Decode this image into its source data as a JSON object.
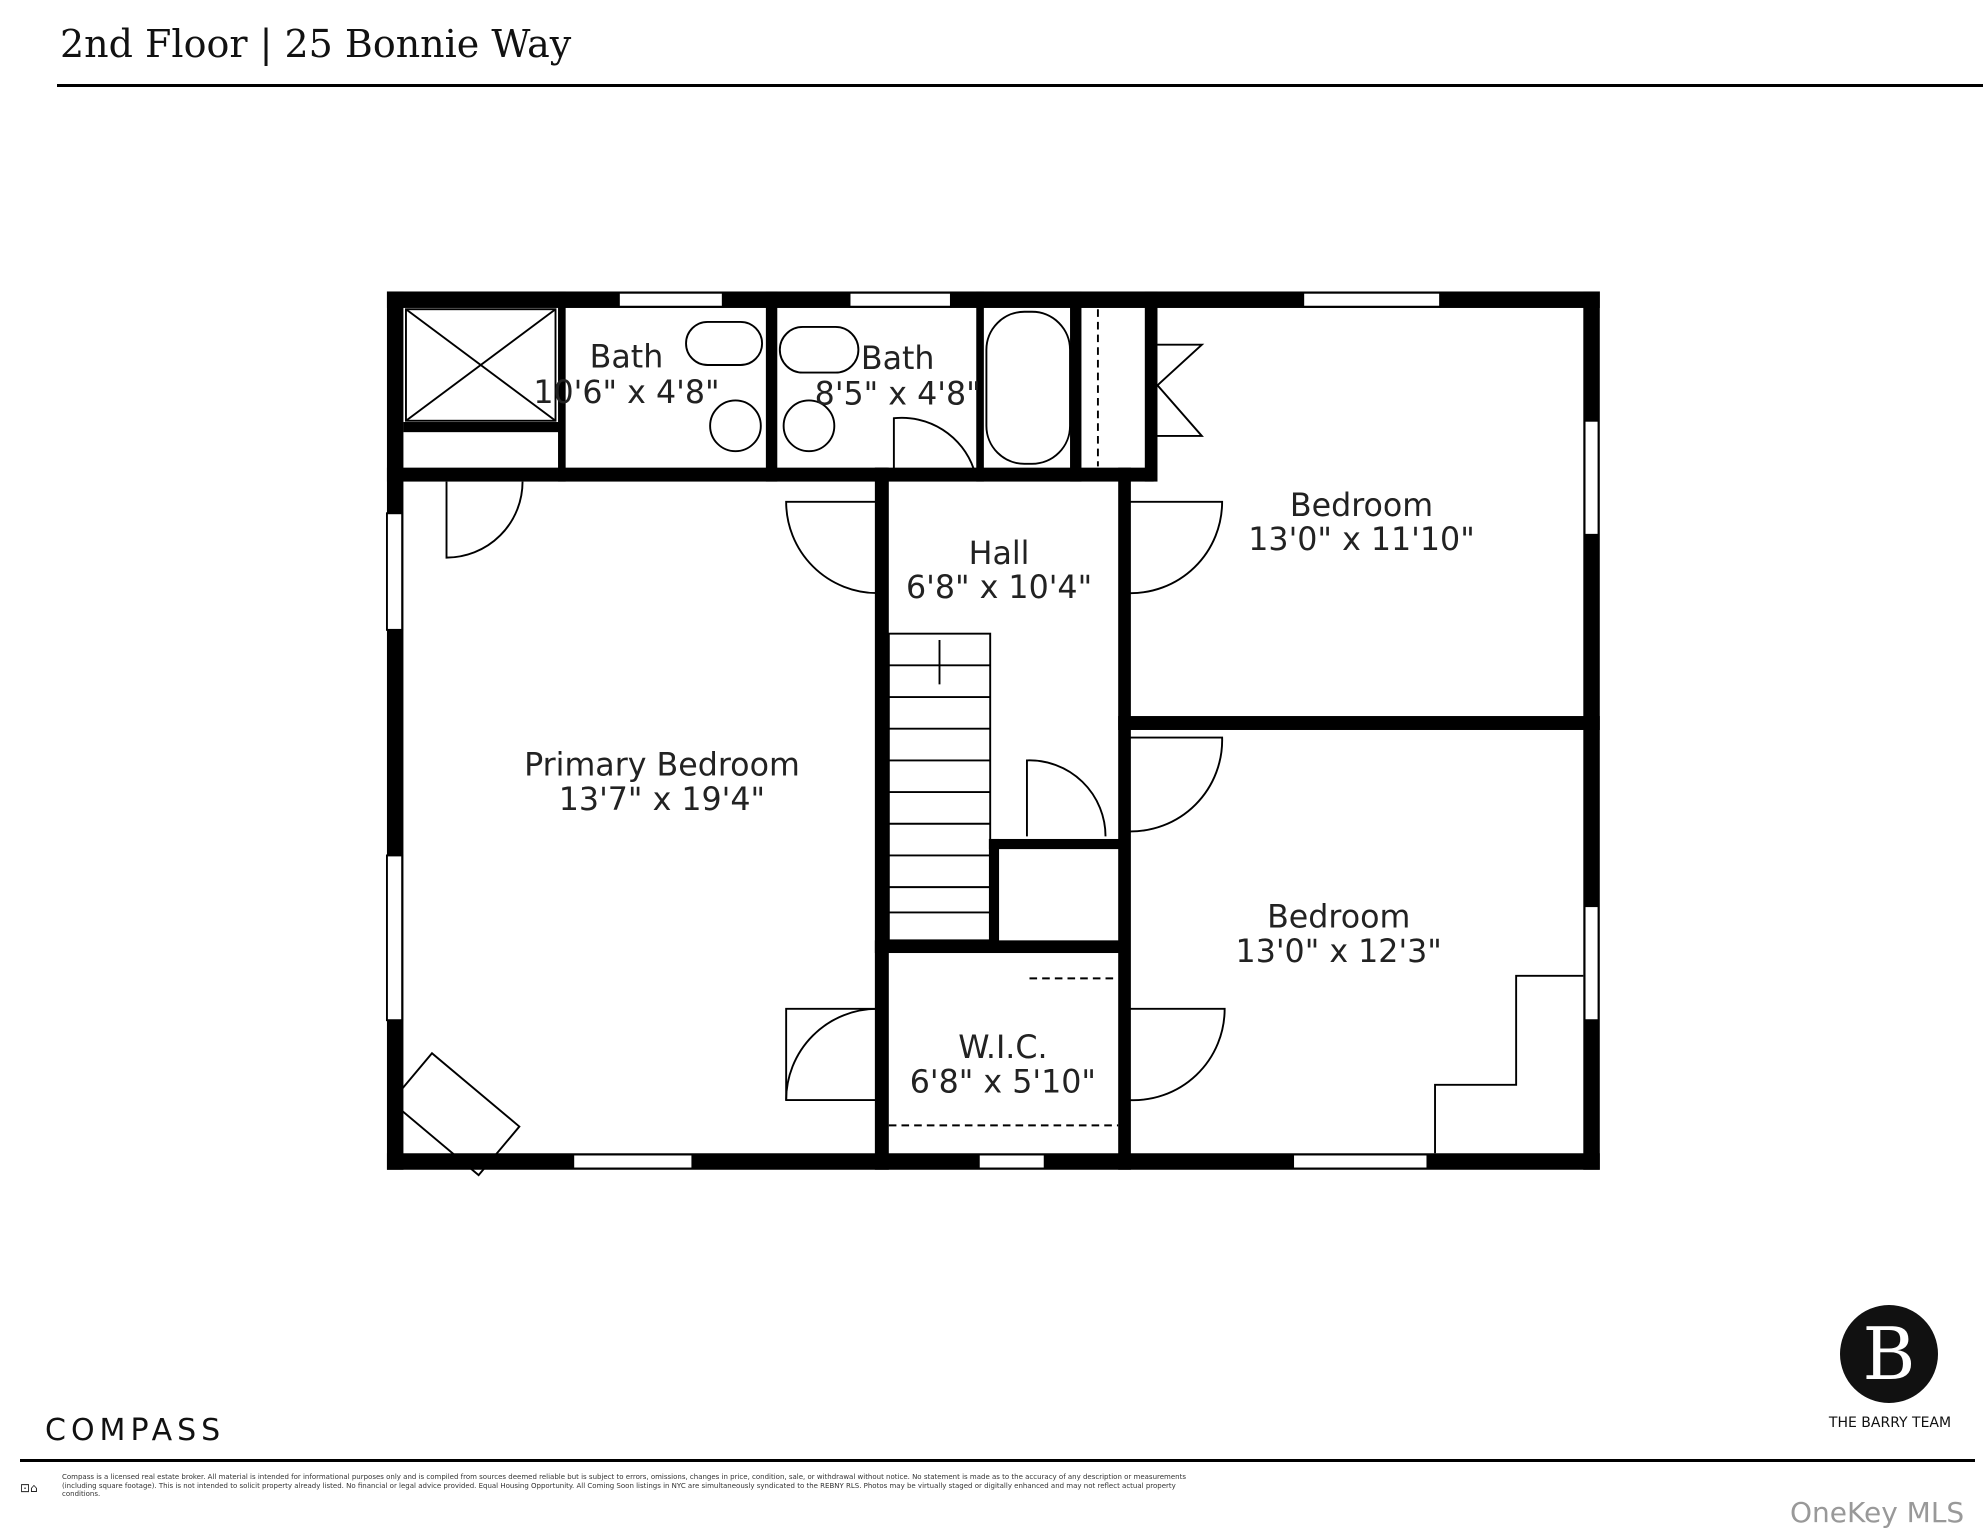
{
  "header": {
    "title": "2nd Floor | 25 Bonnie Way"
  },
  "rooms": [
    {
      "name": "Bath",
      "dims": "10'6\" x 4'8\""
    },
    {
      "name": "Bath",
      "dims": "8'5\" x 4'8\""
    },
    {
      "name": "Hall",
      "dims": "6'8\" x 10'4\""
    },
    {
      "name": "Bedroom",
      "dims": "13'0\" x 11'10\""
    },
    {
      "name": "Primary Bedroom",
      "dims": "13'7\" x 19'4\""
    },
    {
      "name": "Bedroom",
      "dims": "13'0\" x 12'3\""
    },
    {
      "name": "W.I.C.",
      "dims": "6'8\" x 5'10\""
    }
  ],
  "footer": {
    "brand": "COMPASS",
    "equal_housing": "⊡⌂",
    "disclaimer": "Compass is a licensed real estate broker. All material is intended for informational purposes only and is compiled from sources deemed reliable but is subject to errors, omissions, changes in price, condition, sale, or withdrawal without notice. No statement is made as to the accuracy of any description or measurements (including square footage). This is not intended to solicit property already listed. No financial or legal advice provided. Equal Housing Opportunity. All Coming Soon listings in NYC are simultaneously syndicated to the REBNY RLS. Photos may be virtually staged or digitally enhanced and may not reflect actual property conditions.",
    "team_logo_letter": "B",
    "team_name": "THE BARRY TEAM",
    "watermark": "OneKey MLS"
  }
}
